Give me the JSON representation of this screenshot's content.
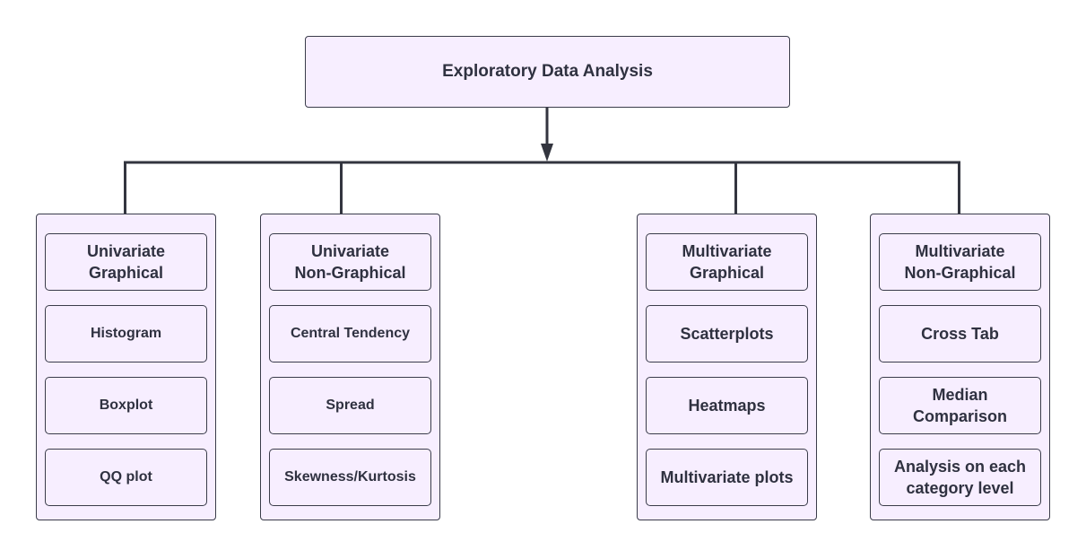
{
  "root": {
    "label": "Exploratory Data Analysis"
  },
  "columns": [
    {
      "header": "Univariate\nGraphical",
      "items": [
        "Histogram",
        "Boxplot",
        "QQ plot"
      ]
    },
    {
      "header": "Univariate\nNon-Graphical",
      "items": [
        "Central Tendency",
        "Spread",
        "Skewness/Kurtosis"
      ]
    },
    {
      "header": "Multivariate\nGraphical",
      "items": [
        "Scatterplots",
        "Heatmaps",
        "Multivariate plots"
      ]
    },
    {
      "header": "Multivariate\nNon-Graphical",
      "items": [
        "Cross Tab",
        "Median\nComparison",
        "Analysis on each\ncategory level"
      ]
    }
  ],
  "colors": {
    "fill": "#f7eeff",
    "stroke": "#3a3c4a",
    "text": "#2f3140"
  }
}
